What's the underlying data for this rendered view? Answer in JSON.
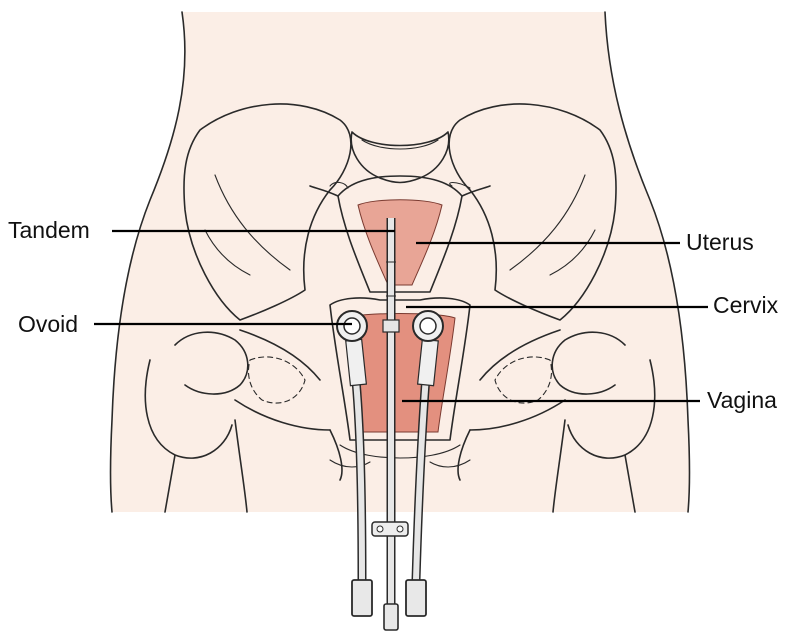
{
  "labels": {
    "tandem": "Tandem",
    "ovoid": "Ovoid",
    "uterus": "Uterus",
    "cervix": "Cervix",
    "vagina": "Vagina"
  },
  "colors": {
    "skin": "#fbeee6",
    "skin_light": "#fdf5f0",
    "uterus_fill": "#f4cfc4",
    "vagina_fill": "#e3907f",
    "rod": "#e6e6e6",
    "outline": "#2a2a2a"
  }
}
